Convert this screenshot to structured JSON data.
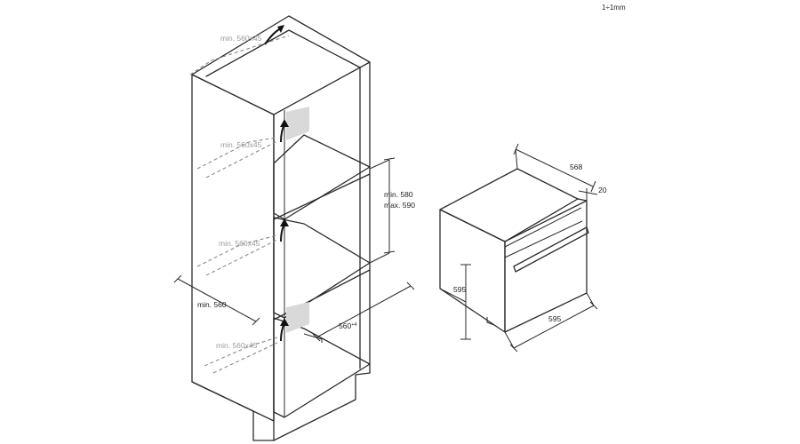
{
  "scale_note": "1÷1mm",
  "cabinet": {
    "vent_label_1": "min. 560x45",
    "vent_label_2": "min. 560x45",
    "vent_label_3": "min. 560x45",
    "vent_label_4": "min. 560x45",
    "niche_height_min": "min. 580",
    "niche_height_max": "max. 590",
    "niche_width": "min. 560",
    "niche_depth": "560",
    "niche_depth_suffix": "+4"
  },
  "oven": {
    "depth": "568",
    "front_panel": "20",
    "height": "595",
    "width": "595"
  }
}
